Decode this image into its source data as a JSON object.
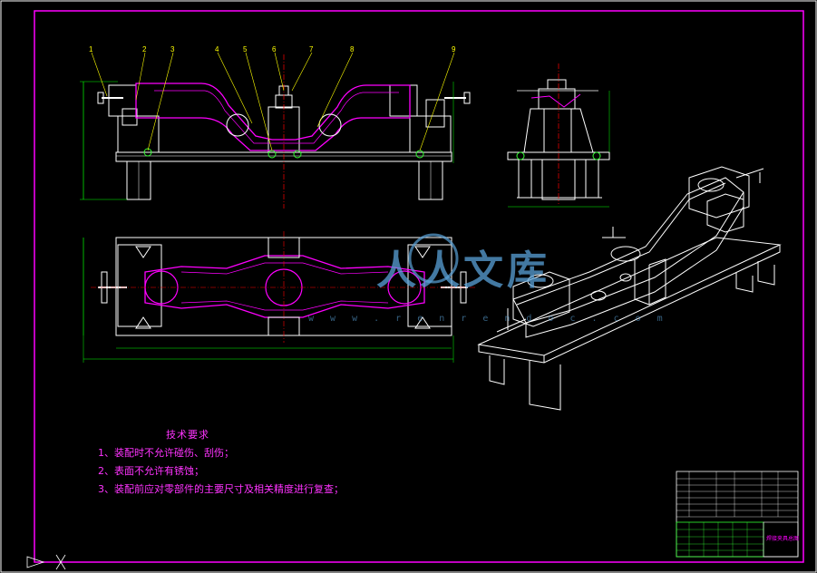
{
  "drawing": {
    "balloons": [
      "1",
      "2",
      "3",
      "4",
      "5",
      "6",
      "7",
      "8",
      "9"
    ],
    "technical_requirements": {
      "title": "技术要求",
      "items": [
        "1、装配时不允许碰伤、刮伤；",
        "2、表面不允许有锈蚀；",
        "3、装配前应对零部件的主要尺寸及相关精度进行复查；"
      ]
    },
    "watermark": {
      "text": "人人文库",
      "url": "w w w . r e n r e n d o c . c o m"
    },
    "title_block": {
      "name": "焊接夹具总图"
    }
  },
  "colors": {
    "frame": "#ff00ff",
    "outline": "#ffffff",
    "dimension": "#00ff00",
    "center": "#ff0000",
    "part": "#ff00ff",
    "leader": "#ffff00",
    "balloon": "#33ff33",
    "watermark": "#5aa2d8"
  }
}
